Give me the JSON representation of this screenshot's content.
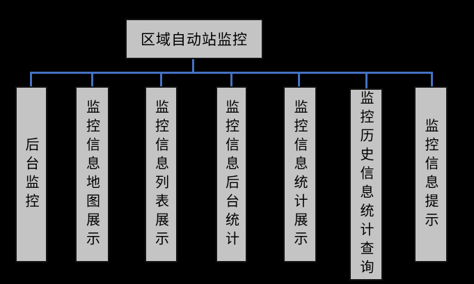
{
  "diagram": {
    "title": "org-hierarchy-flowchart",
    "root": {
      "label": "区域自动站监控"
    },
    "children": [
      {
        "label": "后台监控"
      },
      {
        "label": "监控信息地图展示"
      },
      {
        "label": "监控信息列表展示"
      },
      {
        "label": "监控信息后台统计"
      },
      {
        "label": "监控信息统计展示"
      },
      {
        "label": "监控历史信息统计查询"
      },
      {
        "label": "监控信息提示"
      }
    ],
    "colors": {
      "background": "#000000",
      "box_fill": "#c4c4c4",
      "box_border": "#141414",
      "connector": "#4472c4",
      "text": "#000000"
    }
  }
}
